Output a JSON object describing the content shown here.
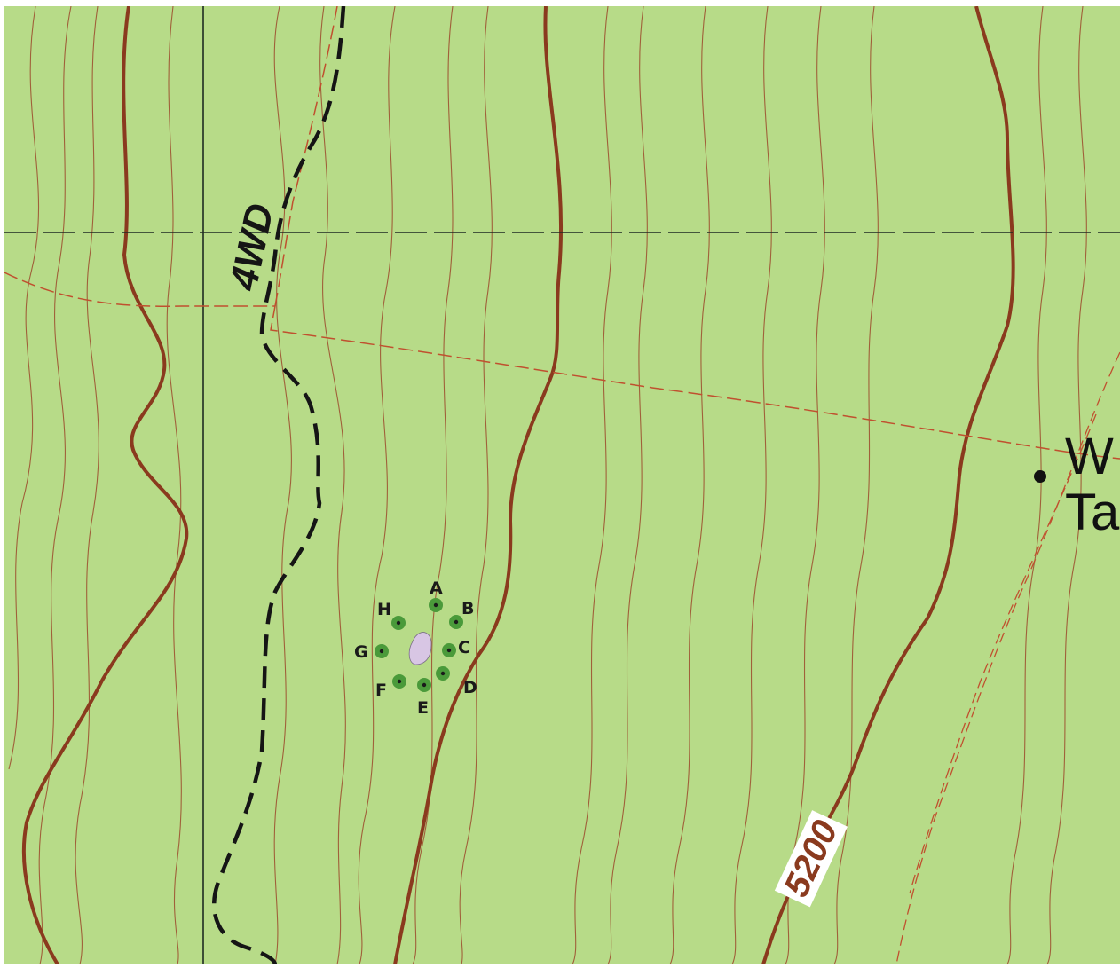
{
  "map": {
    "road_label": "4WD",
    "elevation_label": "5200",
    "place_label_line1": "W",
    "place_label_line2": "Ta",
    "colors": {
      "terrain": "#b7db88",
      "contour": "#a0603a",
      "index_contour": "#8a3a1e",
      "road": "#151515",
      "boundary": "#c0502f",
      "sample_point": "#4a9a3a",
      "feature": "#d8c6e4"
    },
    "points": [
      {
        "id": "A",
        "label": "A"
      },
      {
        "id": "B",
        "label": "B"
      },
      {
        "id": "C",
        "label": "C"
      },
      {
        "id": "D",
        "label": "D"
      },
      {
        "id": "E",
        "label": "E"
      },
      {
        "id": "F",
        "label": "F"
      },
      {
        "id": "G",
        "label": "G"
      },
      {
        "id": "H",
        "label": "H"
      }
    ]
  }
}
